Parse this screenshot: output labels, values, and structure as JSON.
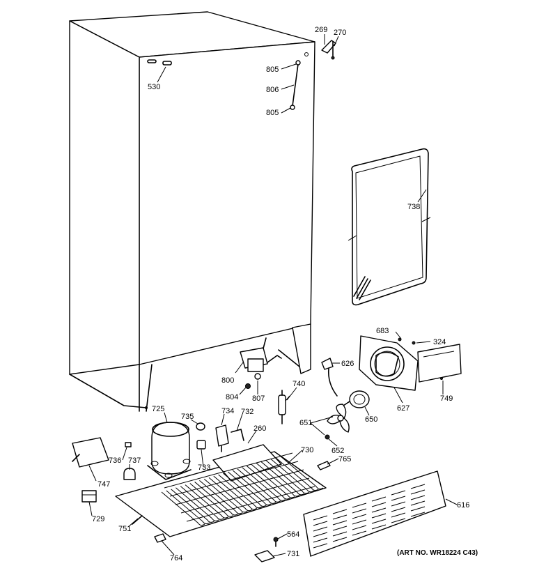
{
  "labels": {
    "p269": "269",
    "p270": "270",
    "p805a": "805",
    "p806": "806",
    "p805b": "805",
    "p530": "530",
    "p738": "738",
    "p683": "683",
    "p324": "324",
    "p626": "626",
    "p800": "800",
    "p740": "740",
    "p804": "804",
    "p807": "807",
    "p627": "627",
    "p749": "749",
    "p650": "650",
    "p651": "651",
    "p652": "652",
    "p725": "725",
    "p735": "735",
    "p734": "734",
    "p732": "732",
    "p260": "260",
    "p730": "730",
    "p765": "765",
    "p736": "736",
    "p737": "737",
    "p733": "733",
    "p747": "747",
    "p616": "616",
    "p729": "729",
    "p751": "751",
    "p564": "564",
    "p731": "731",
    "p764": "764"
  },
  "art_number": "(ART NO. WR18224 C43)"
}
